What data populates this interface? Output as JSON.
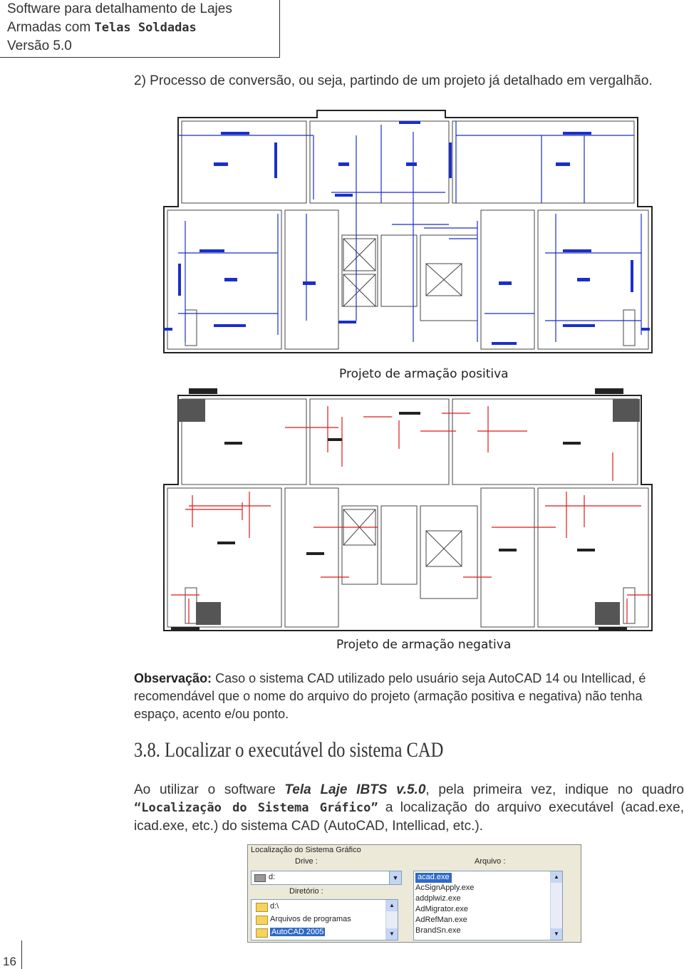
{
  "header": {
    "line1": "Software para detalhamento de Lajes",
    "line2_prefix": "Armadas com ",
    "line2_bold": "Telas Soldadas",
    "line3": "Versão 5.0"
  },
  "intro": "2) Processo de conversão, ou seja, partindo de um projeto já detalhado em vergalhão.",
  "figures": {
    "positive_caption": "Projeto de armação positiva",
    "negative_caption": "Projeto de armação negativa"
  },
  "observation": {
    "label": "Observação:",
    "text": " Caso o sistema CAD utilizado pelo usuário seja AutoCAD 14 ou Intellicad, é recomendável que o nome do arquivo do projeto (armação positiva e negativa) não tenha espaço, acento e/ou ponto."
  },
  "section_title": "3.8. Localizar o executável do sistema CAD",
  "body": {
    "p1": "Ao utilizar o software ",
    "software": "Tela Laje IBTS v.5.0",
    "p2": ", pela primeira vez, indique no quadro ",
    "box": "“Localização do Sistema Gráfico”",
    "p3": " a localização do arquivo executável (acad.exe, icad.exe, etc.) do sistema CAD (AutoCAD, Intellicad, etc.)."
  },
  "dialog": {
    "title": "Localização do Sistema Gráfico",
    "drive_label": "Drive :",
    "drive_value": "d:",
    "dir_label": "Diretório :",
    "dirs": [
      "d:\\",
      "Arquivos de programas",
      "AutoCAD 2005"
    ],
    "files_label": "Arquivo :",
    "files": [
      "acad.exe",
      "AcSignApply.exe",
      "addplwiz.exe",
      "AdMigrator.exe",
      "AdRefMan.exe",
      "BrandSn.exe"
    ]
  },
  "page_number": "16",
  "colors": {
    "rebar_positive": "#1a2fc8",
    "rebar_negative": "#e01818",
    "selection": "#316ac5"
  }
}
